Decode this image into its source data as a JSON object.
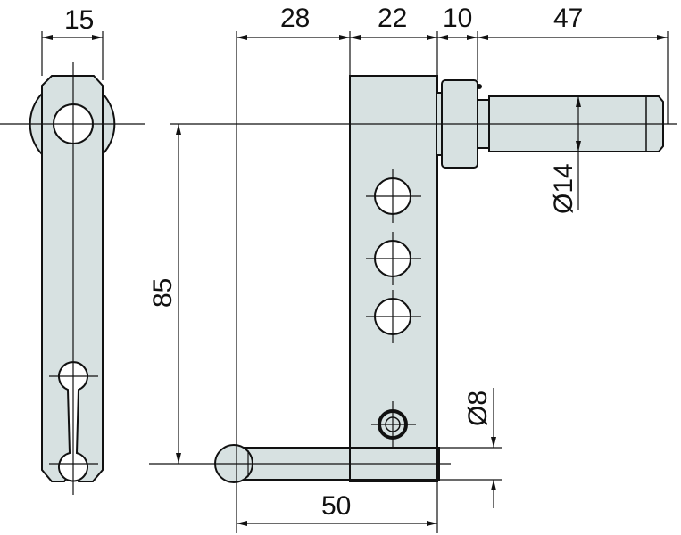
{
  "drawing": {
    "fill_color": "#d7e1e1",
    "dimensions": {
      "side_width": "15",
      "offset_28": "28",
      "block_width": "22",
      "collar_width": "10",
      "shaft_length": "47",
      "shaft_diameter": "Ø14",
      "height": "85",
      "rod_diameter": "Ø8",
      "rod_length": "50"
    }
  }
}
